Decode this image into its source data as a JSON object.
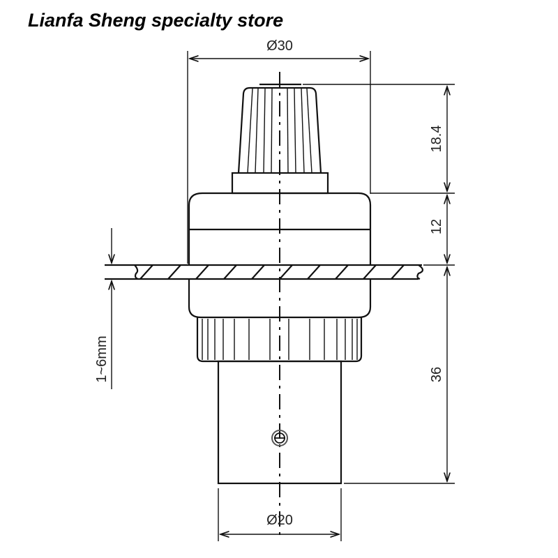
{
  "header": {
    "store_name": "Lianfa Sheng specialty store"
  },
  "dimensions": {
    "outer_diameter": "Ø30",
    "knob_height": "18.4",
    "housing_height": "12",
    "body_length": "36",
    "panel_thickness": "1~6mm",
    "shaft_diameter": "Ø20"
  }
}
